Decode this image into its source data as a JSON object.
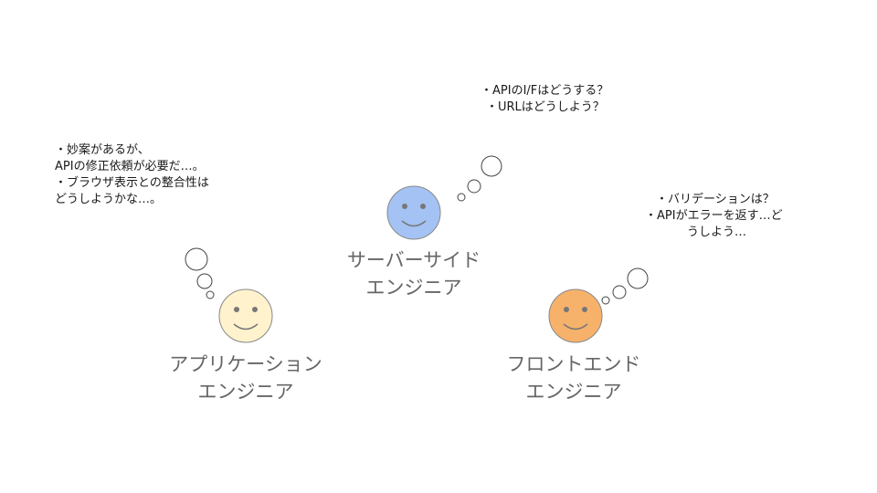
{
  "characters": {
    "application": {
      "label_line1": "アプリケーション",
      "label_line2": "エンジニア",
      "face_color": "#fff2cc",
      "thoughts": [
        "・妙案があるが、",
        "APIの修正依頼が必要だ…。",
        "・ブラウザ表示との整合性は",
        "どうしようかな…。"
      ]
    },
    "server": {
      "label_line1": "サーバーサイド",
      "label_line2": "エンジニア",
      "face_color": "#a4c2f4",
      "thoughts": [
        "・APIのI/Fはどうする？",
        "・URLはどうしよう？"
      ]
    },
    "frontend": {
      "label_line1": "フロントエンド",
      "label_line2": "エンジニア",
      "face_color": "#f6b26b",
      "thoughts": [
        "・バリデーションは？",
        "・APIがエラーを返す…ど",
        "うしよう…"
      ]
    }
  },
  "colors": {
    "bubble_fill": "#ffffff",
    "bubble_stroke": "#444444",
    "face_stroke": "#888888",
    "label_text": "#666666"
  }
}
